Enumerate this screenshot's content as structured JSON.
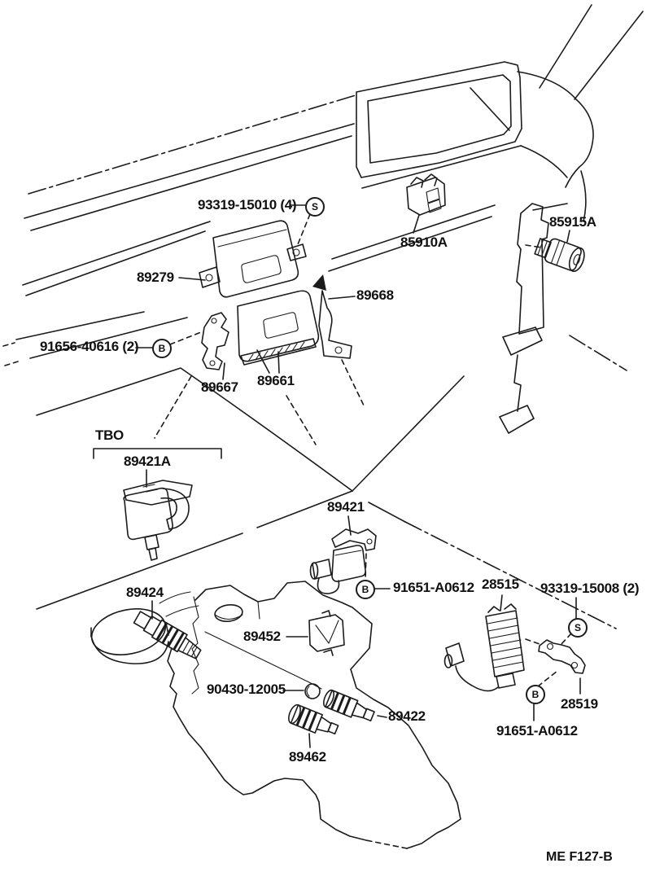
{
  "colors": {
    "background": "#ffffff",
    "line": "#1b1b1b"
  },
  "footer_code": "ME F127-B",
  "group_label": "TBO",
  "markers": {
    "screw": "S",
    "bolt": "B"
  },
  "parts": {
    "p93319_15010": "93319-15010 (4)",
    "p85910a": "85910A",
    "p85915a": "85915A",
    "p89279": "89279",
    "p89668": "89668",
    "p91656_40616": "91656-40616 (2)",
    "p89667": "89667",
    "p89661": "89661",
    "p89421a": "89421A",
    "p89421": "89421",
    "p91651_a0612_upper": "91651-A0612",
    "p28515": "28515",
    "p93319_15008": "93319-15008 (2)",
    "p89424": "89424",
    "p89452": "89452",
    "p90430_12005": "90430-12005",
    "p89422": "89422",
    "p89462": "89462",
    "p28519": "28519",
    "p91651_a0612_lower": "91651-A0612"
  }
}
